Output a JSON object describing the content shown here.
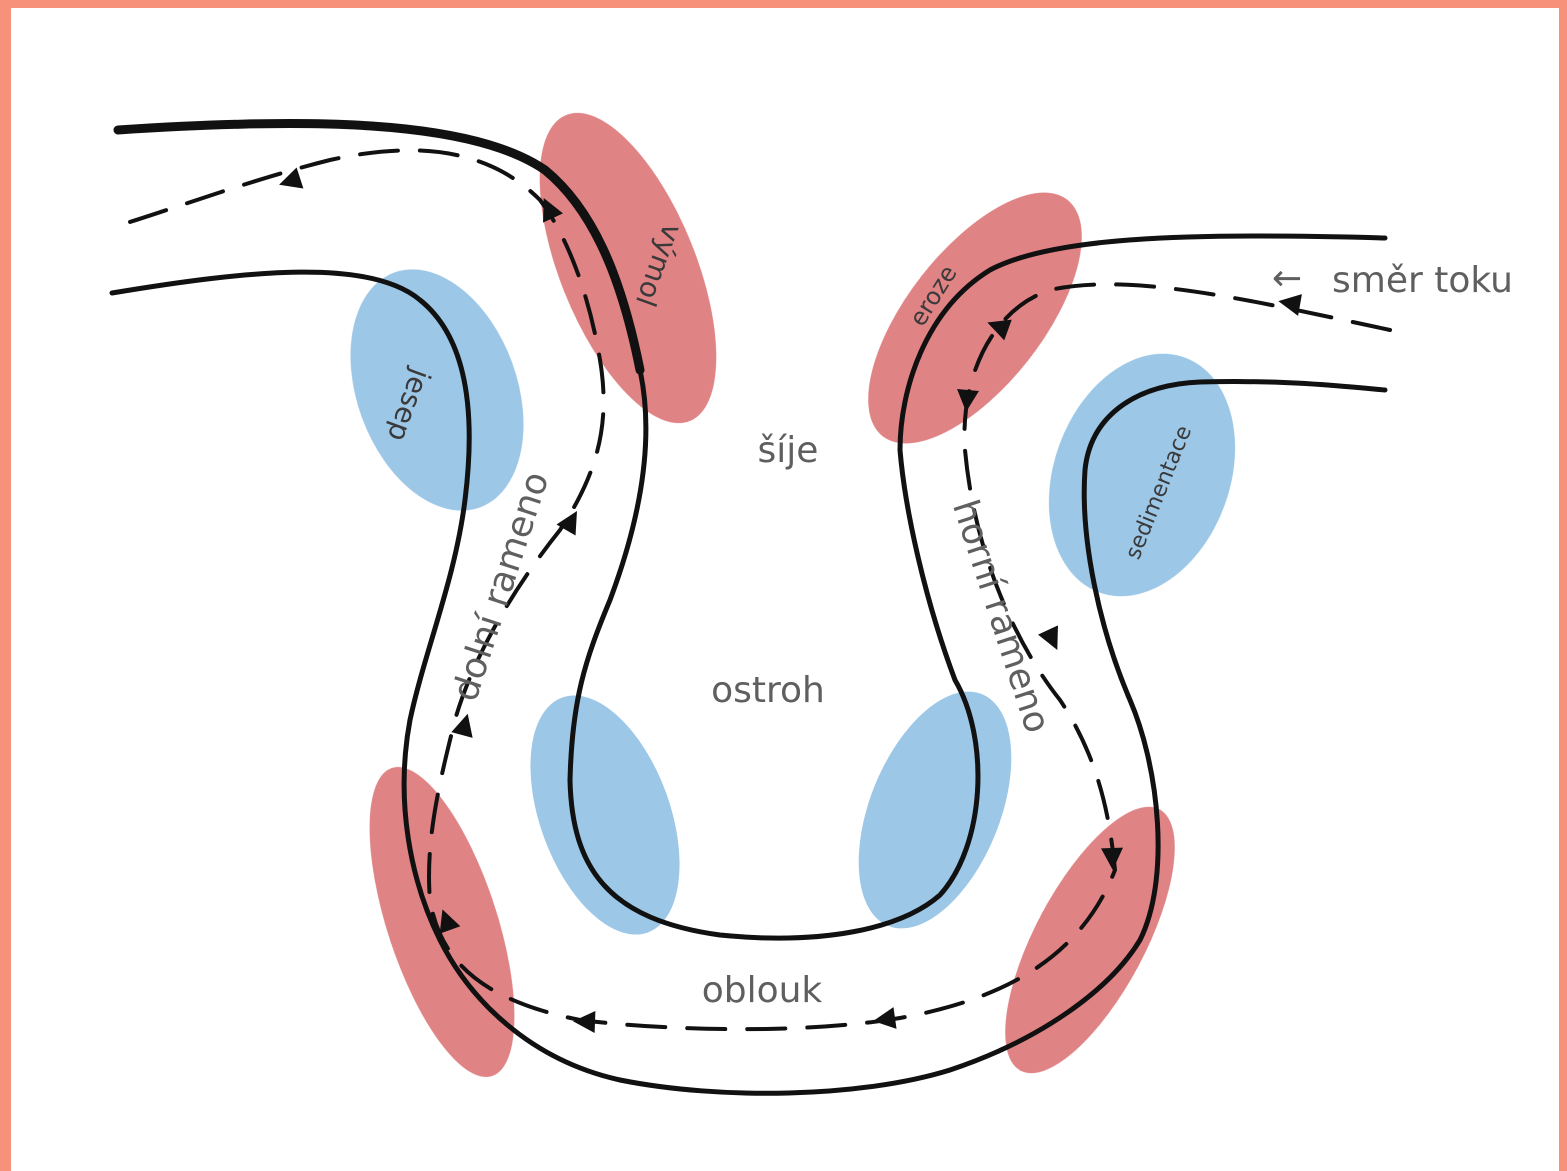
{
  "colors": {
    "frame": "#f8917a",
    "erosion_zone": "#d9686b",
    "deposition_zone": "#8bbde3",
    "bank": "#111111",
    "text": "#5f5f5f"
  },
  "labels": {
    "flow_direction": "směr toku",
    "flow_arrow": "←",
    "neck": "šíje",
    "spur": "ostroh",
    "bend": "oblouk",
    "lower_arm": "dolní rameno",
    "upper_arm": "horní rameno"
  },
  "zones": {
    "erosion_left": "výmol",
    "deposition_left": "jesep",
    "erosion_right": "eroze",
    "deposition_right": "sedimentace"
  }
}
